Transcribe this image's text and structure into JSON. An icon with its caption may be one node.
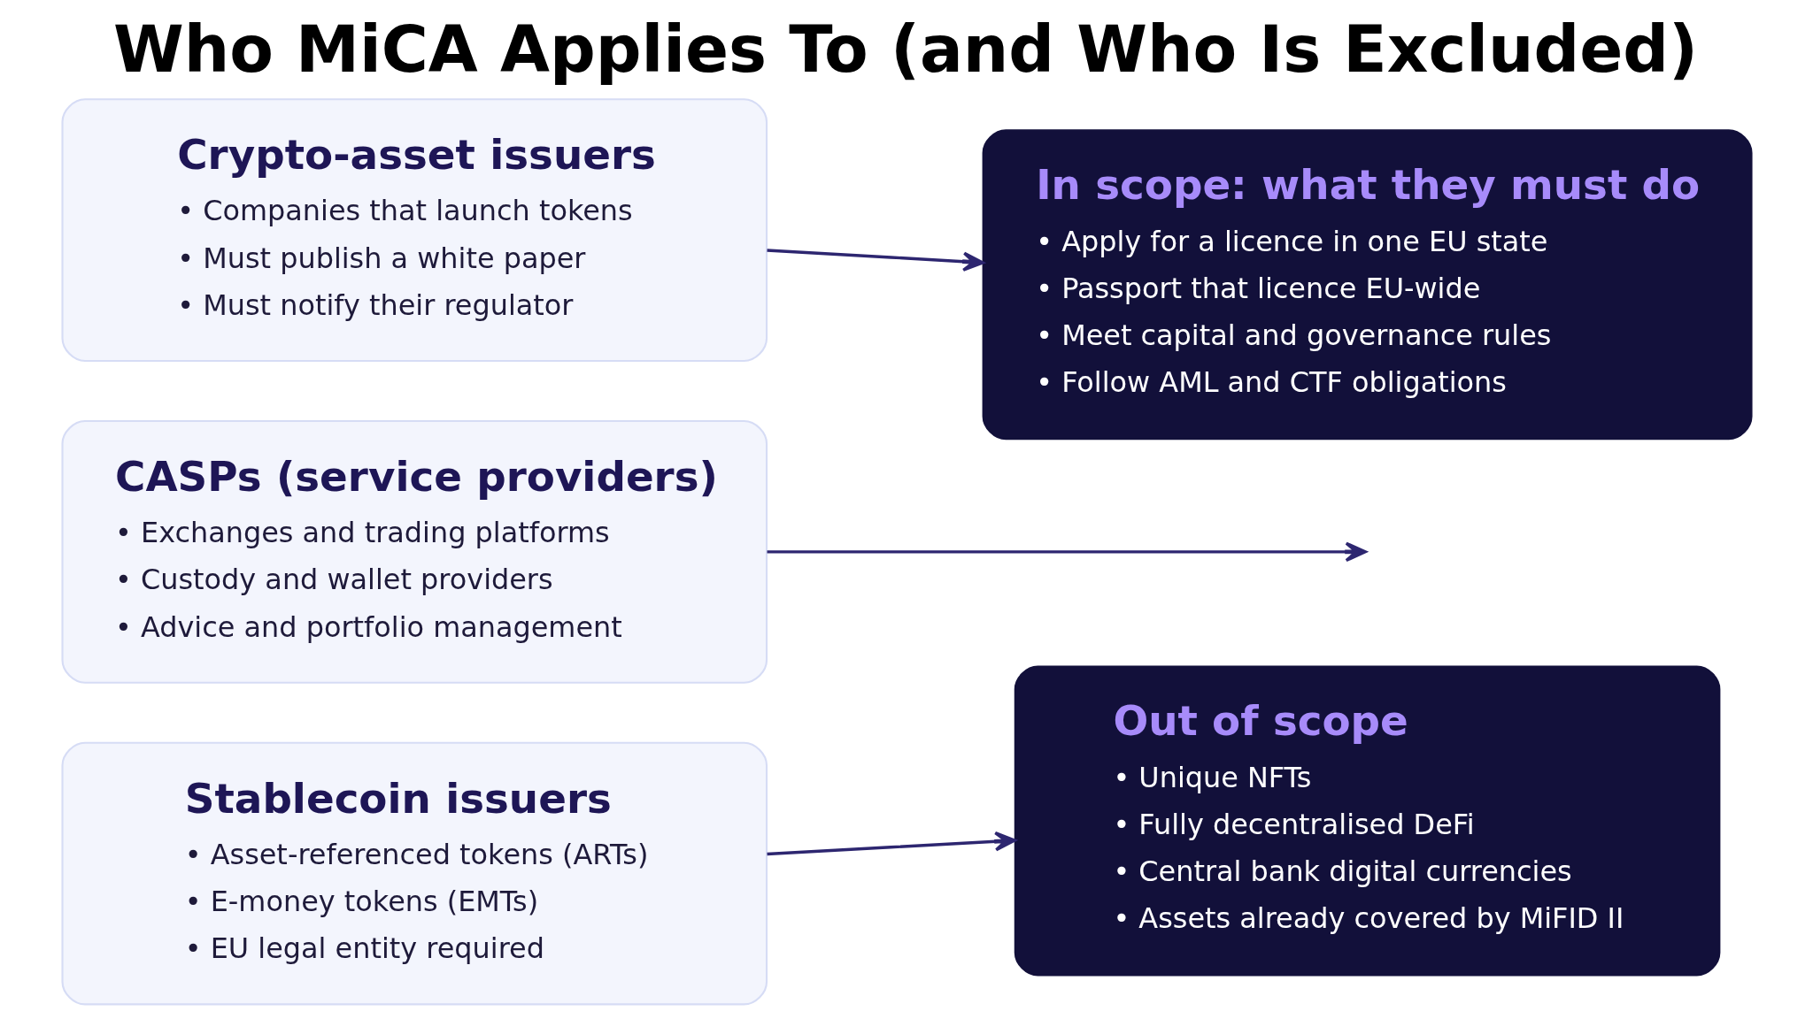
{
  "diagram": {
    "title": "Who MiCA Applies To (and Who Is Excluded)",
    "nodes": [
      {
        "text": [
          "Crypto-asset issuers",
          "• Companies that launch tokens",
          "• Must publish a white paper",
          "• Must notify their regulator"
        ]
      },
      {
        "text": [
          "CASPs (service providers)",
          "• Exchanges and trading platforms",
          "• Custody and wallet providers",
          "• Advice and portfolio management"
        ]
      },
      {
        "text": [
          "Stablecoin issuers",
          "• Asset-referenced tokens (ARTs)",
          "• E-money tokens (EMTs)",
          "• EU legal entity required"
        ]
      },
      {
        "text": [
          "In scope: what they must do",
          "• Apply for a licence in one EU state",
          "• Passport that licence EU-wide",
          "• Meet capital and governance rules",
          "• Follow AML and CTF obligations"
        ]
      },
      {
        "text": [
          "Out of scope",
          "• Unique NFTs",
          "• Fully decentralised DeFi",
          "• Central bank digital currencies",
          "• Assets already covered by MiFID II"
        ]
      }
    ],
    "edges": [
      {
        "from": 0,
        "to": 3,
        "arrow": "to"
      },
      {
        "from": 1,
        "to": null,
        "arrow": "to"
      },
      {
        "from": 2,
        "to": 4,
        "arrow": "to"
      }
    ]
  }
}
